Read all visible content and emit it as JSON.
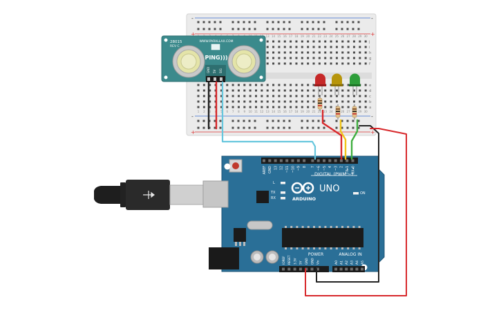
{
  "sensor": {
    "brand": "WWW.PARALLAX.COM",
    "model": "28015",
    "rev": "REV C",
    "name": "PING)))",
    "pins": [
      "GND",
      "5V",
      "SIG"
    ]
  },
  "leds": [
    {
      "color_name": "red",
      "color": "#c62828"
    },
    {
      "color_name": "yellow",
      "color": "#b7950b"
    },
    {
      "color_name": "green",
      "color": "#2e9e3a"
    }
  ],
  "breadboard": {
    "rail_marks": [
      "-",
      "+"
    ],
    "rows_top": [
      "j",
      "i",
      "h",
      "g",
      "f"
    ],
    "rows_bottom": [
      "e",
      "d",
      "c",
      "b",
      "a"
    ],
    "column_numbers": [
      "1",
      "2",
      "3",
      "4",
      "5",
      "6",
      "7",
      "8",
      "9",
      "10",
      "11",
      "12",
      "13",
      "14",
      "15",
      "16",
      "17",
      "18",
      "19",
      "20",
      "21",
      "22",
      "23",
      "24",
      "25",
      "26",
      "27",
      "28",
      "29",
      "30"
    ]
  },
  "arduino": {
    "brand": "ARDUINO",
    "model": "UNO",
    "digital_label": "DIGITAL (PWM ~)",
    "digital_pins": [
      "AREF",
      "GND",
      "13",
      "12",
      "~11",
      "~10",
      "~9",
      "8",
      "7",
      "~6",
      "~5",
      "4",
      "~3",
      "2",
      "TX▸1",
      "RX◂0"
    ],
    "power_label": "POWER",
    "power_pins": [
      "IOREF",
      "RESET",
      "3.3V",
      "5V",
      "GND",
      "GND",
      "Vin"
    ],
    "analog_label": "ANALOG IN",
    "analog_pins": [
      "A0",
      "A1",
      "A2",
      "A3",
      "A4",
      "A5"
    ],
    "led_labels": [
      "L",
      "TX",
      "RX",
      "ON"
    ]
  },
  "colors": {
    "board": "#2a6f97",
    "breadboard": "#ebebeb",
    "sensor": "#3b8a8c",
    "wire_red": "#d7272a",
    "wire_black": "#222222",
    "wire_blue": "#66c6dd",
    "wire_yellow": "#f0c419",
    "wire_green": "#3fae3f"
  }
}
